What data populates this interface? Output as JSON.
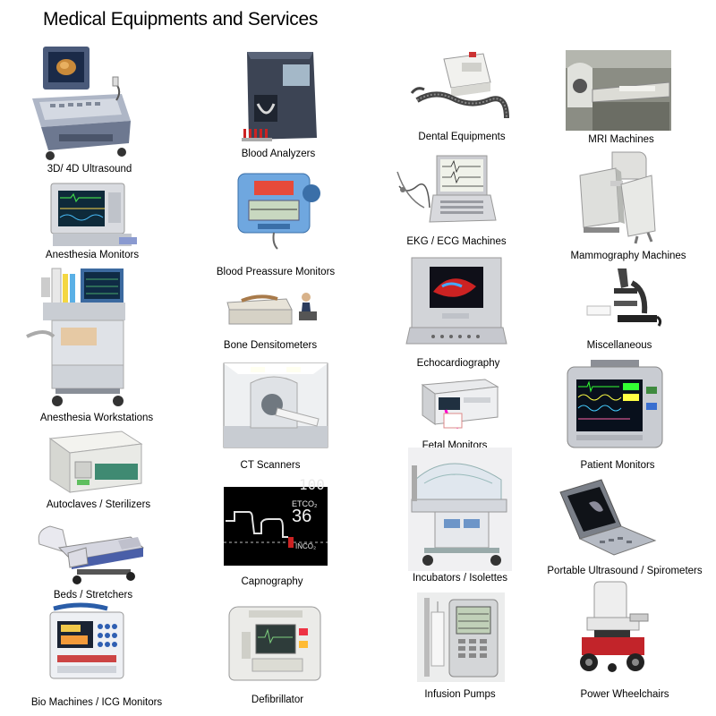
{
  "page": {
    "title": "Medical Equipments and Services"
  },
  "items": [
    {
      "label": "3D/ 4D Ultrasound",
      "icon": "ultrasound-machine-image"
    },
    {
      "label": "Anesthesia Monitors",
      "icon": "anesthesia-monitor-image"
    },
    {
      "label": "Anesthesia Workstations",
      "icon": "anesthesia-workstation-image"
    },
    {
      "label": "Autoclaves / Sterilizers",
      "icon": "autoclave-image"
    },
    {
      "label": "Beds / Stretchers",
      "icon": "hospital-bed-image"
    },
    {
      "label": "Bio Machines / ICG Monitors",
      "icon": "icg-monitor-image"
    },
    {
      "label": "Blood Analyzers",
      "icon": "blood-analyzer-image"
    },
    {
      "label": "Blood Preassure Monitors",
      "icon": "blood-pressure-monitor-image"
    },
    {
      "label": "Bone Densitometers",
      "icon": "bone-densitometer-image"
    },
    {
      "label": "CT Scanners",
      "icon": "ct-scanner-image"
    },
    {
      "label": "Capnography",
      "icon": "capnography-screen-image"
    },
    {
      "label": "Defibrillator",
      "icon": "defibrillator-image"
    },
    {
      "label": "Dental Equipments",
      "icon": "dental-equipment-image"
    },
    {
      "label": "EKG / ECG Machines",
      "icon": "ekg-machine-image"
    },
    {
      "label": "Echocardiography",
      "icon": "echocardiography-image"
    },
    {
      "label": "Fetal Monitors",
      "icon": "fetal-monitor-image"
    },
    {
      "label": "Incubators / Isolettes",
      "icon": "incubator-image"
    },
    {
      "label": "Infusion Pumps",
      "icon": "infusion-pump-image"
    },
    {
      "label": "MRI Machines",
      "icon": "mri-machine-image"
    },
    {
      "label": "Mammography Machines",
      "icon": "mammography-machine-image"
    },
    {
      "label": "Miscellaneous",
      "icon": "microscope-image"
    },
    {
      "label": "Patient Monitors",
      "icon": "patient-monitor-image"
    },
    {
      "label": "Portable Ultrasound / Spirometers",
      "icon": "portable-ultrasound-image"
    },
    {
      "label": "Power Wheelchairs",
      "icon": "power-wheelchair-image"
    }
  ],
  "capnography_screen": {
    "top": "100",
    "etco2_label": "ETCO₂",
    "etco2_value": "36",
    "inco2_label": "INCO₂"
  }
}
